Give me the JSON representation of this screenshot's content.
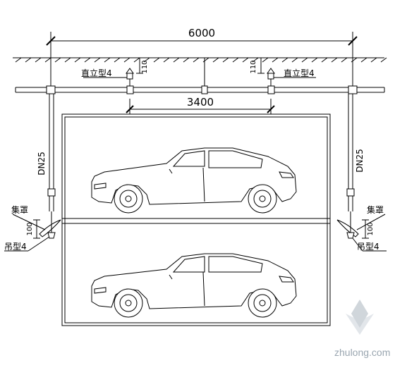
{
  "dimensions": {
    "overall_span": "6000",
    "inner_span": "3400",
    "sprinkler_offset_left": "110",
    "sprinkler_offset_right": "110",
    "pendant_offset_left": "100",
    "pendant_offset_right": "100"
  },
  "labels": {
    "upright_left": "直立型4",
    "upright_right": "直立型4",
    "drop_pipe_left": "DN25",
    "drop_pipe_right": "DN25",
    "collector_left": "集罩",
    "collector_right": "集罩",
    "pendant_left": "吊型4",
    "pendant_right": "吊型4"
  },
  "watermark": {
    "text": "zhulong.com"
  }
}
